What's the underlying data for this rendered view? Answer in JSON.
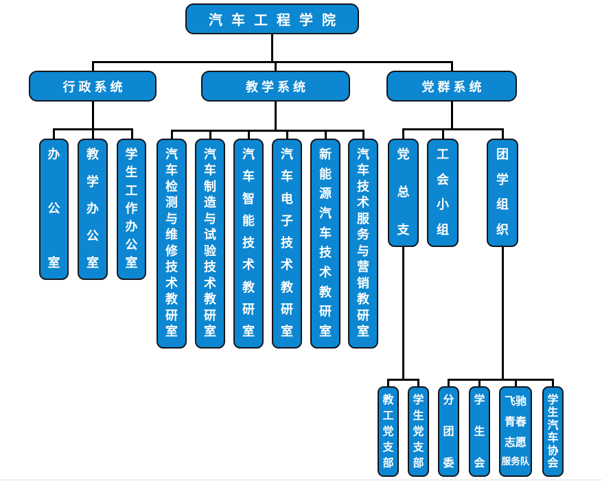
{
  "colors": {
    "box_fill": "#0d87d1",
    "box_border": "#14161c",
    "line": "#000000",
    "text": "#ffffff",
    "baseline": "#d9dde6"
  },
  "org": {
    "root": {
      "label": "汽车工程学院"
    },
    "branches": [
      {
        "label": "行政系统",
        "children": [
          {
            "label": "办公室"
          },
          {
            "label": "教学办公室"
          },
          {
            "label": "学生工作办公室"
          }
        ]
      },
      {
        "label": "教学系统",
        "children": [
          {
            "label": "汽车检测与维修技术教研室"
          },
          {
            "label": "汽车制造与试验技术教研室"
          },
          {
            "label": "汽车智能技术教研室"
          },
          {
            "label": "汽车电子技术教研室"
          },
          {
            "label": "新能源汽车技术教研室"
          },
          {
            "label": "汽车技术服务与营销教研室"
          }
        ]
      },
      {
        "label": "党群系统",
        "children": [
          {
            "label": "党总支",
            "children": [
              {
                "label": "教工党支部"
              },
              {
                "label": "学生党支部"
              }
            ]
          },
          {
            "label": "工会小组"
          },
          {
            "label": "团学组织",
            "children": [
              {
                "label": "分团委"
              },
              {
                "label": "学生会"
              },
              {
                "label": "飞驰青春志愿服务队",
                "lines": [
                  "飞驰",
                  "青春",
                  "志愿",
                  "服务队"
                ]
              },
              {
                "label": "学生汽车协会"
              }
            ]
          }
        ]
      }
    ]
  }
}
